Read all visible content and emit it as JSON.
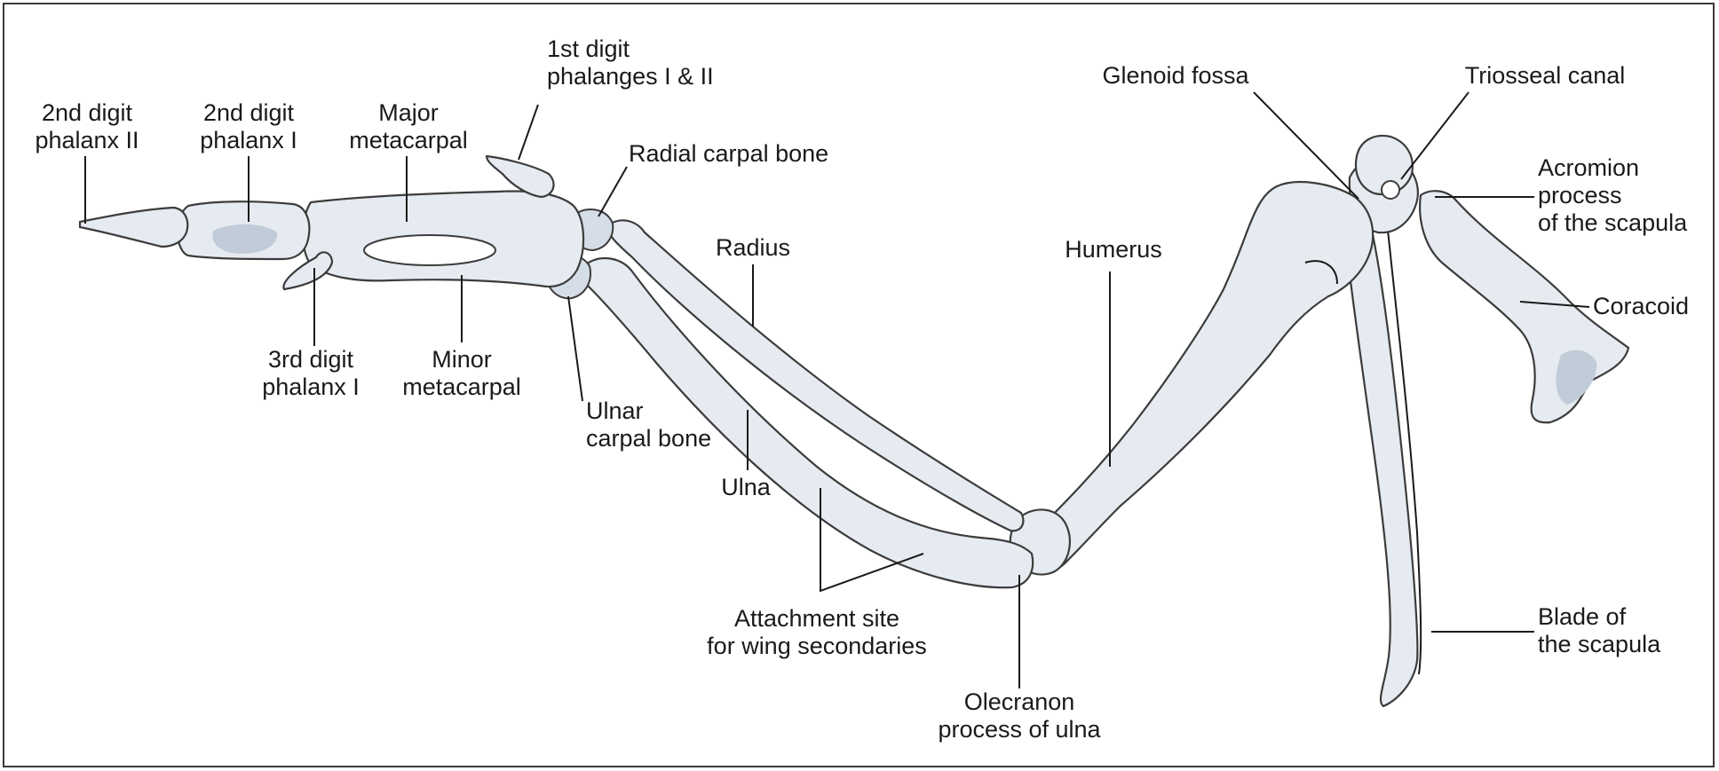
{
  "labels": {
    "phalanx2_2": [
      "2nd digit",
      "phalanx II"
    ],
    "phalanx2_1": [
      "2nd digit",
      "phalanx I"
    ],
    "major_metacarpal": [
      "Major",
      "metacarpal"
    ],
    "digit1": [
      "1st digit",
      "phalanges I & II"
    ],
    "radial_carpal": [
      "Radial carpal bone"
    ],
    "radius": [
      "Radius"
    ],
    "digit3": [
      "3rd digit",
      "phalanx I"
    ],
    "minor_metacarpal": [
      "Minor",
      "metacarpal"
    ],
    "ulnar_carpal": [
      "Ulnar",
      "carpal bone"
    ],
    "ulna": [
      "Ulna"
    ],
    "attachment": [
      "Attachment site",
      "for wing secondaries"
    ],
    "olecranon": [
      "Olecranon",
      "process of ulna"
    ],
    "humerus": [
      "Humerus"
    ],
    "glenoid": [
      "Glenoid fossa"
    ],
    "triosseal": [
      "Triosseal canal"
    ],
    "acromion": [
      "Acromion",
      "process",
      "of the scapula"
    ],
    "coracoid": [
      "Coracoid"
    ],
    "blade": [
      "Blade of",
      "the scapula"
    ]
  }
}
